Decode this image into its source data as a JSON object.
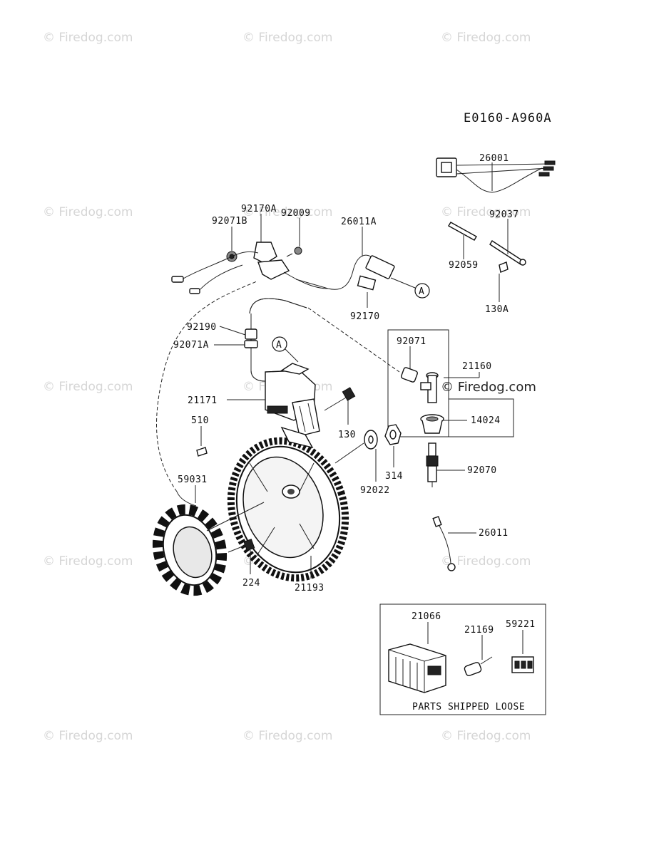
{
  "diagram_code": "E0160-A960A",
  "watermark": "© Firedog.com",
  "part_labels": {
    "p26001": "26001",
    "p92170A": "92170A",
    "p92009": "92009",
    "p92071B": "92071B",
    "p26011A": "26011A",
    "p92037": "92037",
    "p92059": "92059",
    "p130A": "130A",
    "p92170": "92170",
    "p92190": "92190",
    "p92071A": "92071A",
    "p92071": "92071",
    "p21160": "21160",
    "p21171": "21171",
    "p14024": "14024",
    "p130": "130",
    "p510": "510",
    "p314": "314",
    "p92070": "92070",
    "p92022": "92022",
    "p59031": "59031",
    "p26011": "26011",
    "p224": "224",
    "p21193": "21193",
    "p21066": "21066",
    "p21169": "21169",
    "p59221": "59221"
  },
  "ref_marker": "A",
  "loose_box_caption": "PARTS SHIPPED LOOSE"
}
